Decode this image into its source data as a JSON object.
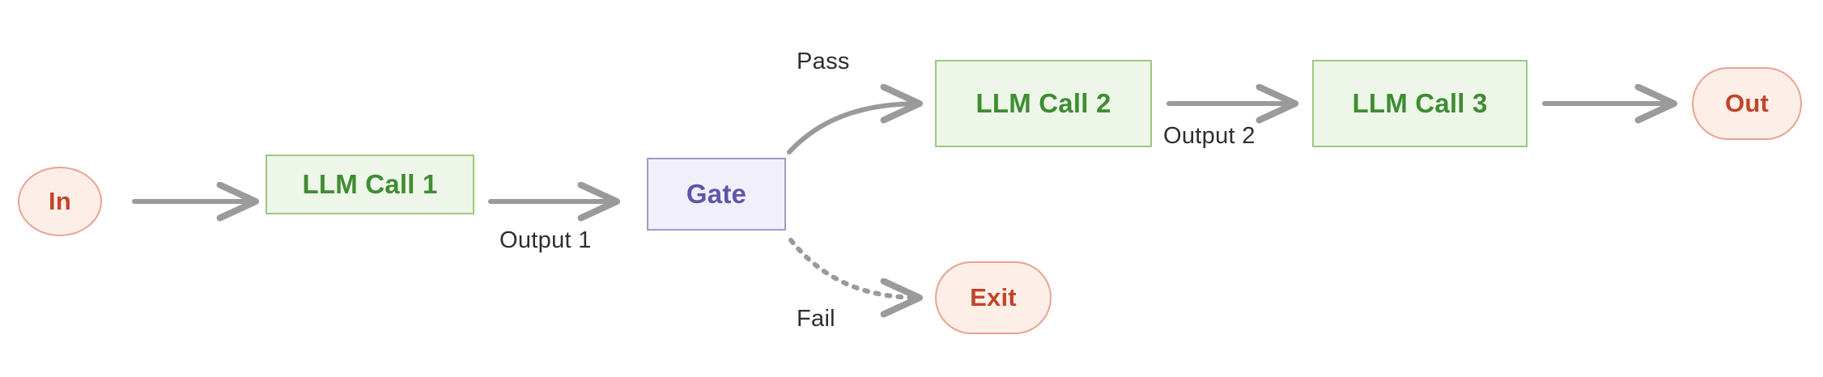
{
  "diagram": {
    "type": "flowchart",
    "background_color": "#ffffff",
    "palette": {
      "terminal_fill": "#fdeee8",
      "terminal_stroke": "#e8a492",
      "terminal_text": "#c0452a",
      "process_fill": "#edf6e8",
      "process_stroke": "#9cc980",
      "process_text": "#3f8c32",
      "gate_fill": "#f1f0fa",
      "gate_stroke": "#9e9bc9",
      "gate_text": "#5b55ab",
      "edge_stroke": "#9a9a9a",
      "label_text": "#2e2e2e"
    },
    "nodes": [
      {
        "id": "in",
        "label": "In",
        "shape": "circle",
        "kind": "terminal"
      },
      {
        "id": "call1",
        "label": "LLM Call 1",
        "shape": "rectangle",
        "kind": "process"
      },
      {
        "id": "gate",
        "label": "Gate",
        "shape": "rectangle",
        "kind": "gate"
      },
      {
        "id": "call2",
        "label": "LLM Call 2",
        "shape": "rectangle",
        "kind": "process"
      },
      {
        "id": "call3",
        "label": "LLM Call 3",
        "shape": "rectangle",
        "kind": "process"
      },
      {
        "id": "out",
        "label": "Out",
        "shape": "stadium",
        "kind": "terminal"
      },
      {
        "id": "exit",
        "label": "Exit",
        "shape": "stadium",
        "kind": "terminal"
      }
    ],
    "edges": [
      {
        "id": "e-in-call1",
        "from": "in",
        "to": "call1",
        "label": "",
        "style": "solid",
        "curve": "straight"
      },
      {
        "id": "e-call1-gate",
        "from": "call1",
        "to": "gate",
        "label": "Output 1",
        "style": "solid",
        "curve": "straight"
      },
      {
        "id": "e-gate-call2",
        "from": "gate",
        "to": "call2",
        "label": "Pass",
        "style": "solid",
        "curve": "curved"
      },
      {
        "id": "e-gate-exit",
        "from": "gate",
        "to": "exit",
        "label": "Fail",
        "style": "dashed",
        "curve": "curved"
      },
      {
        "id": "e-call2-call3",
        "from": "call2",
        "to": "call3",
        "label": "Output 2",
        "style": "solid",
        "curve": "straight"
      },
      {
        "id": "e-call3-out",
        "from": "call3",
        "to": "out",
        "label": "",
        "style": "solid",
        "curve": "straight"
      }
    ],
    "edge_labels": {
      "output1": "Output 1",
      "output2": "Output 2",
      "pass": "Pass",
      "fail": "Fail"
    }
  }
}
